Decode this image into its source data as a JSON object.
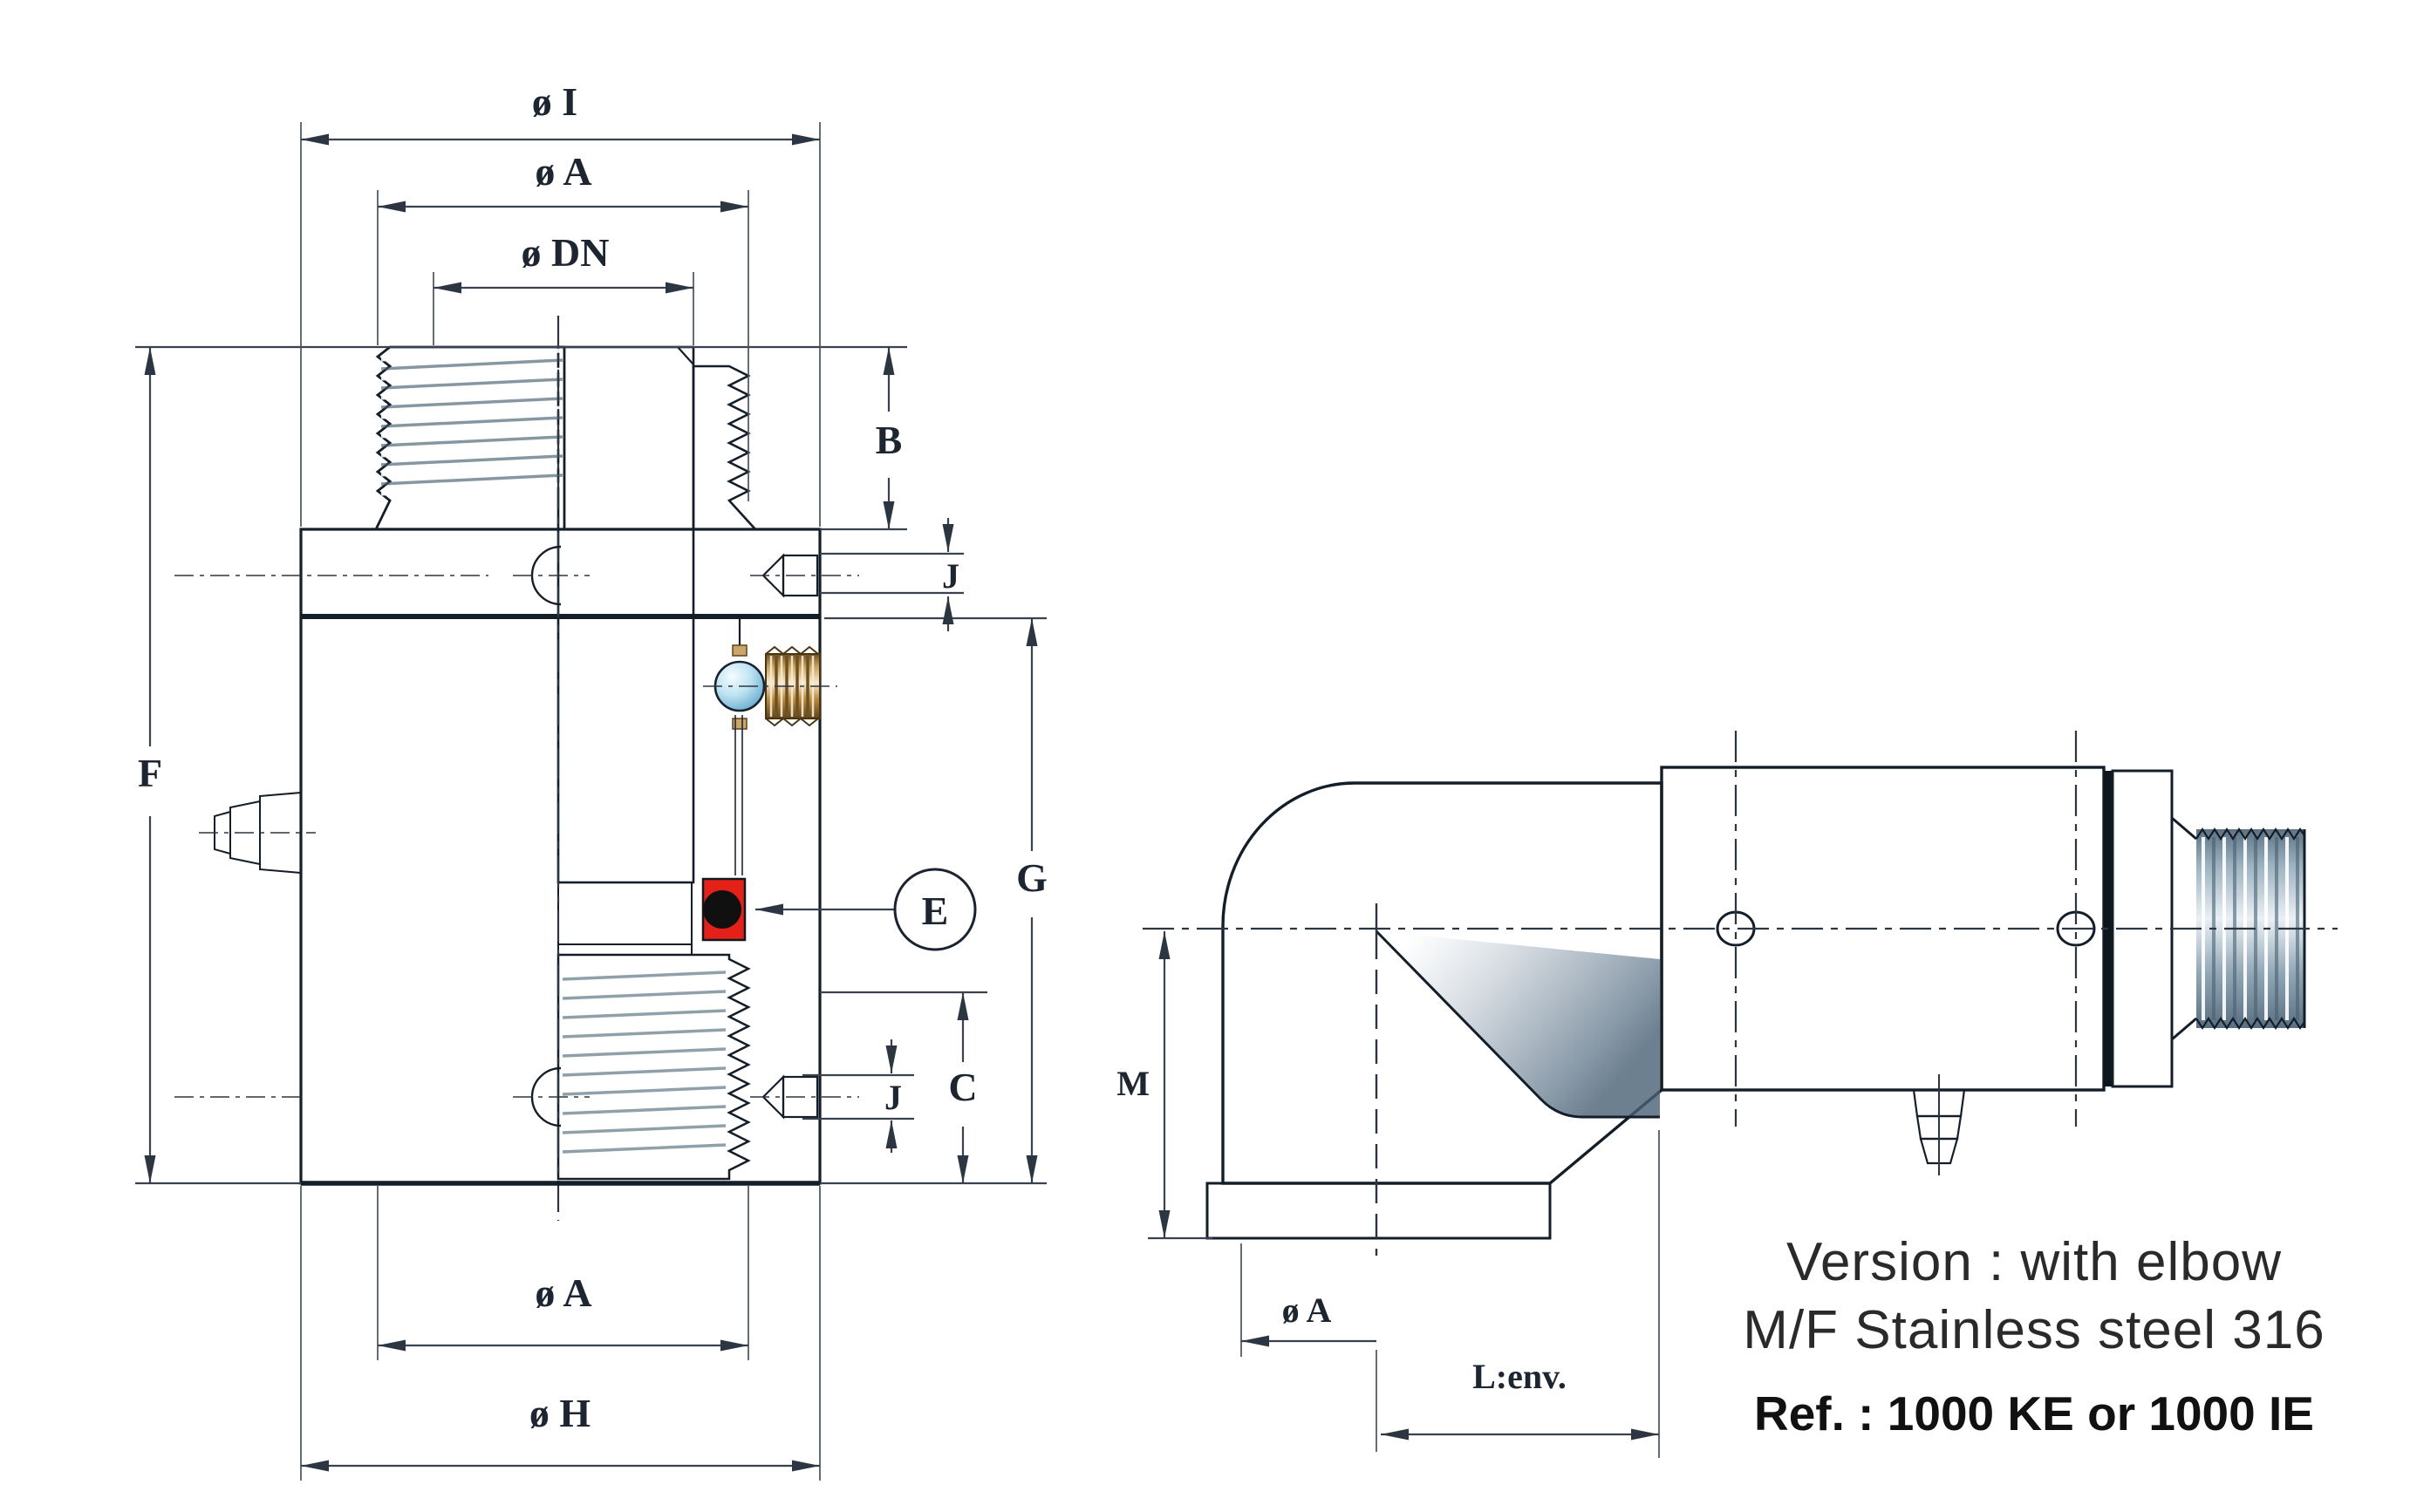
{
  "page": {
    "background": "#ffffff"
  },
  "drawing": {
    "left_view": {
      "title": "sectional-view-rotary-joint",
      "labels": {
        "dia_i": "ø I",
        "dia_a_top": "ø A",
        "dia_dn": "ø DN",
        "b": "B",
        "j_upper": "J",
        "g": "G",
        "e": "E",
        "c": "C",
        "j_lower": "J",
        "f": "F",
        "dia_a_bottom": "ø A",
        "dia_h": "ø H"
      }
    },
    "right_view": {
      "title": "elbow-version-side-view",
      "labels": {
        "m": "M",
        "dia_a": "ø A",
        "l_env": "L:env."
      }
    },
    "caption": {
      "line1": "Version : with elbow",
      "line2": "M/F Stainless steel 316",
      "ref": "Ref. : 1000 KE or 1000 IE"
    },
    "colors": {
      "seal_red": "#e32119",
      "brass": "#c9a25e",
      "ball_blue": "#a8d8ec",
      "steel_dark": "#5d7284",
      "line": "#1b2531"
    }
  }
}
